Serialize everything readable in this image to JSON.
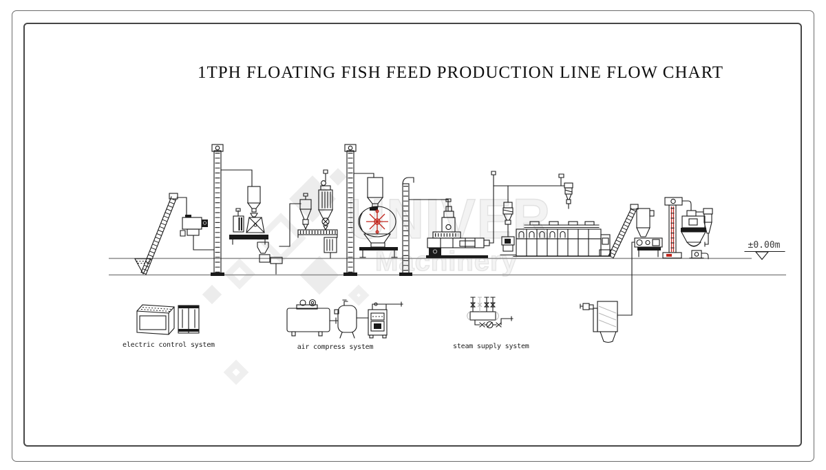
{
  "title": "1TPH FLOATING FISH FEED PRODUCTION LINE FLOW CHART",
  "watermark": {
    "line1": "UNIVER",
    "line2": "Machinery"
  },
  "elevation_marker": "±0.00m",
  "system_labels": [
    {
      "label": "electric control system"
    },
    {
      "label": "air compress system"
    },
    {
      "label": "steam supply system"
    }
  ],
  "colors": {
    "ink": "#1a1a1a",
    "accent": "#c2261d",
    "ground": "#8b8b8b",
    "wm": "#ececec"
  }
}
